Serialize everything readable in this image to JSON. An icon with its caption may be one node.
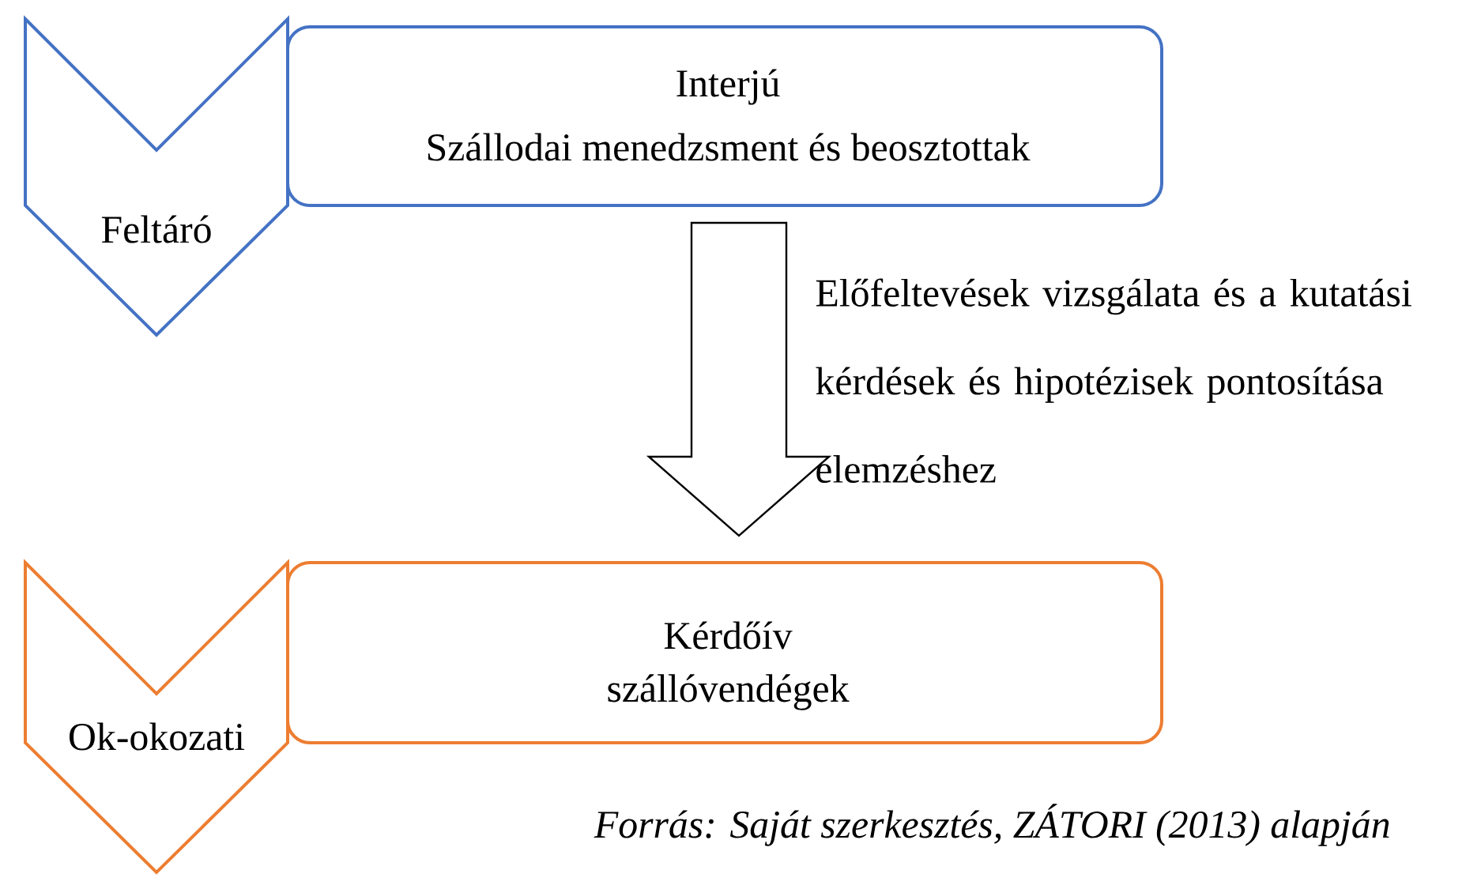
{
  "diagram": {
    "caption": "*Forrás: Saját szerkesztés, ZÁTORI (2013) alapján*",
    "nodes": [
      {
        "text": [
          "Feltáró"
        ]
      },
      {
        "text": [
          "Interjú",
          "Szállodai menedzsment és beosztottak"
        ]
      },
      {
        "text": [
          "Ok-okozati"
        ]
      },
      {
        "text": [
          "Kérdőív",
          "szállóvendégek"
        ]
      }
    ],
    "edges": [
      {
        "from": 1,
        "to": 3,
        "arrow": "to",
        "label": "Előfeltevések vizsgálata és a kutatási kérdések és hipotézisek pontosítása elemzéshez"
      }
    ]
  }
}
